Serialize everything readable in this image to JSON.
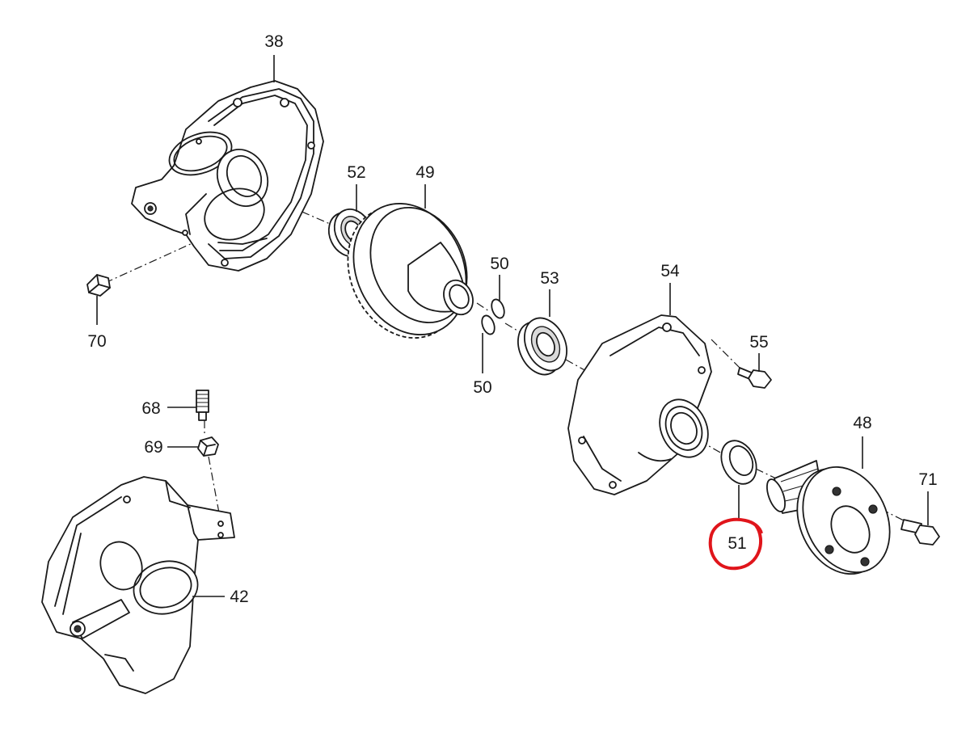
{
  "diagram": {
    "labels": {
      "l38": "38",
      "l52": "52",
      "l49": "49",
      "l50a": "50",
      "l50b": "50",
      "l53": "53",
      "l54": "54",
      "l55": "55",
      "l48": "48",
      "l71": "71",
      "l51": "51",
      "l70": "70",
      "l68": "68",
      "l69": "69",
      "l42": "42"
    },
    "highlight": {
      "part": "51",
      "color": "#e0151b"
    },
    "line_color": "#1a1a1a"
  }
}
